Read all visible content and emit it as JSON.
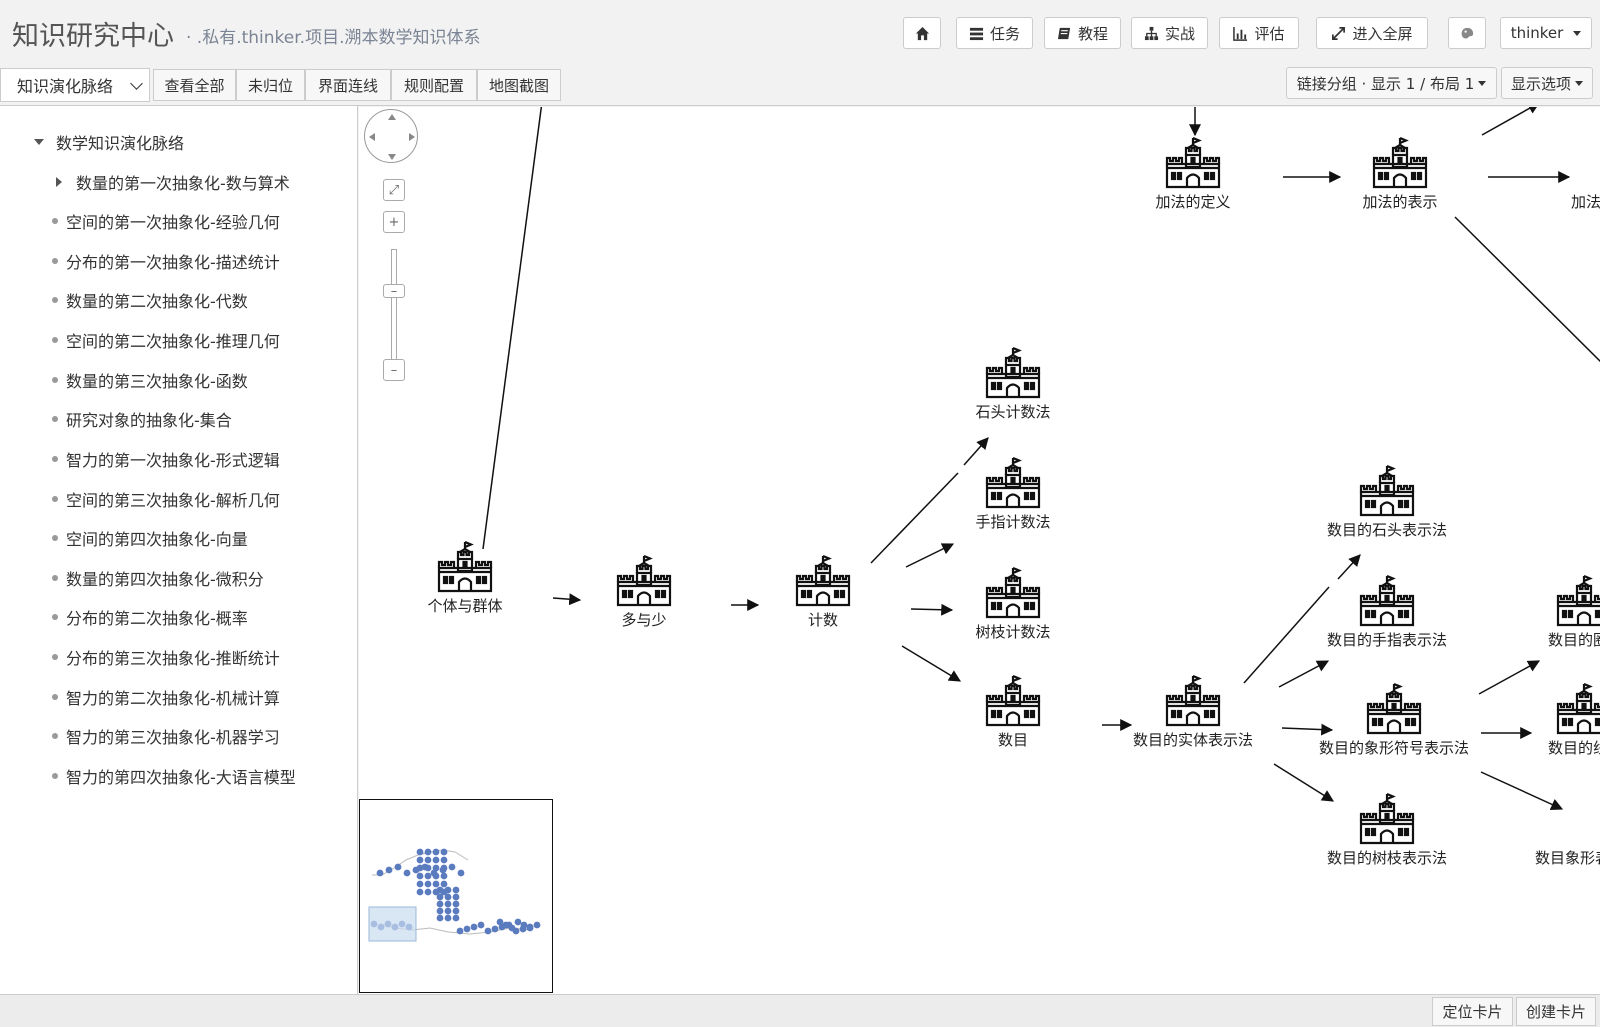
{
  "header": {
    "brand": "知识研究中心",
    "breadcrumb": "· .私有.thinker.项目.溯本数学知识体系",
    "buttons": {
      "task": "任务",
      "tutorial": "教程",
      "practice": "实战",
      "evaluate": "评估",
      "fullscreen": "进入全屏",
      "user": "thinker"
    }
  },
  "toolbar": {
    "mode": "知识演化脉络",
    "buttons": [
      "查看全部",
      "未归位",
      "界面连线",
      "规则配置",
      "地图截图"
    ],
    "link_group": "链接分组 · 显示 1 / 布局 1",
    "display_options": "显示选项"
  },
  "sidebar": {
    "root": "数学知识演化脉络",
    "items": [
      "数量的第一次抽象化-数与算术",
      "空间的第一次抽象化-经验几何",
      "分布的第一次抽象化-描述统计",
      "数量的第二次抽象化-代数",
      "空间的第二次抽象化-推理几何",
      "数量的第三次抽象化-函数",
      "研究对象的抽象化-集合",
      "智力的第一次抽象化-形式逻辑",
      "空间的第三次抽象化-解析几何",
      "空间的第四次抽象化-向量",
      "数量的第四次抽象化-微积分",
      "分布的第二次抽象化-概率",
      "分布的第三次抽象化-推断统计",
      "智力的第二次抽象化-机械计算",
      "智力的第三次抽象化-机器学习",
      "智力的第四次抽象化-大语言模型"
    ]
  },
  "graph": {
    "nodes": [
      "个体与群体",
      "多与少",
      "计数",
      "石头计数法",
      "手指计数法",
      "树枝计数法",
      "数目",
      "数目的实体表示法",
      "数目的石头表示法",
      "数目的手指表示法",
      "数目的象形符号表示法",
      "数目的树枝表示法",
      "加法的定义",
      "加法的表示",
      "加法",
      "数目的圈",
      "数目的线",
      "数目象形表"
    ]
  },
  "footer": {
    "locate": "定位卡片",
    "create": "创建卡片"
  },
  "colors": {
    "minimap_dot": "#5b7bbf",
    "minimap_view": "#c9dcf0"
  }
}
